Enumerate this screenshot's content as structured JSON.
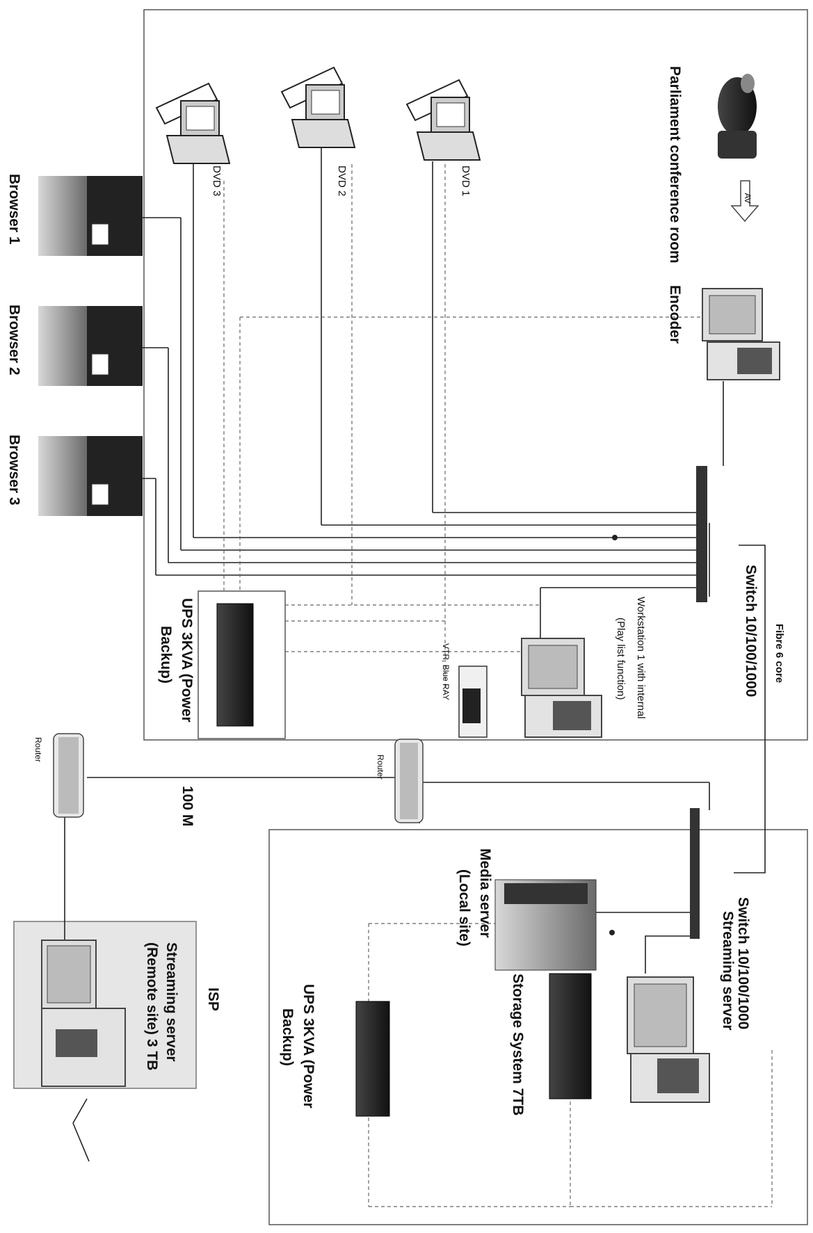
{
  "labels": {
    "parliament": "Parliament conference room",
    "av_arrow": "AV",
    "encoder": "Encoder",
    "dvd1": "DVD 1",
    "dvd2": "DVD 2",
    "dvd3": "DVD 3",
    "browser1": "Browser 1",
    "browser2": "Browser 2",
    "browser3": "Browser 3",
    "switch_main": "Switch 10/100/1000",
    "fibre": "Fibre 6 core",
    "workstation_line1": "Workstation 1 with internal",
    "workstation_line2": "(Play list function)",
    "vtr": "VTR, Blue RAY",
    "ups_main_line1": "UPS 3KVA (Power",
    "ups_main_line2": "Backup)",
    "router_center": "Router",
    "router_left": "Router",
    "link_speed": "100 M",
    "switch_local": "Switch 10/100/1000",
    "streaming_local": "Streaming server",
    "media_server_line1": "Media server",
    "media_server_line2": "(Local site)",
    "storage": "Storage System 7TB",
    "ups_local_line1": "UPS 3KVA (Power",
    "ups_local_line2": "Backup)",
    "isp": "ISP",
    "streaming_remote_line1": "Streaming server",
    "streaming_remote_line2": "(Remote site) 3 TB"
  }
}
